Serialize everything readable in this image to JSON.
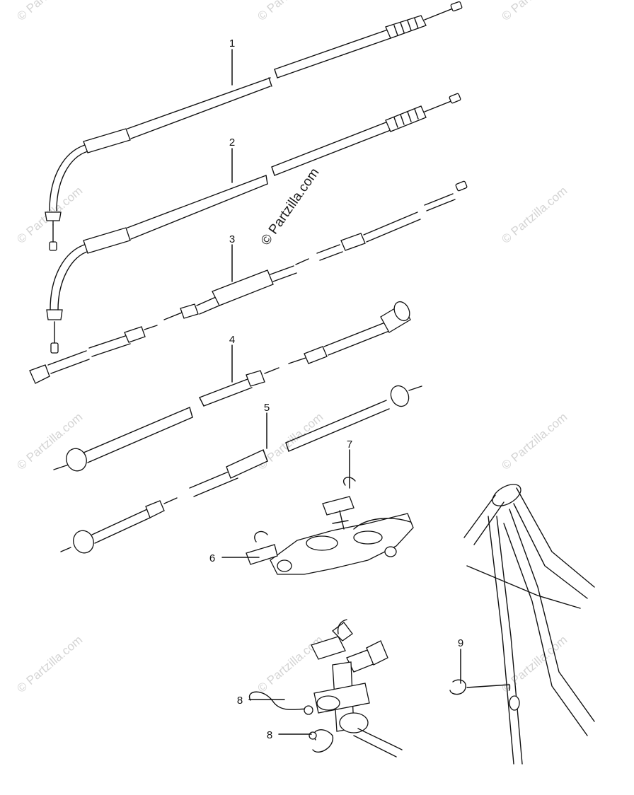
{
  "watermark": {
    "main": "© Partzilla.com",
    "repeat": "© Partzilla.com"
  },
  "callouts": [
    "1",
    "2",
    "3",
    "4",
    "5",
    "6",
    "7",
    "8",
    "8",
    "9"
  ]
}
